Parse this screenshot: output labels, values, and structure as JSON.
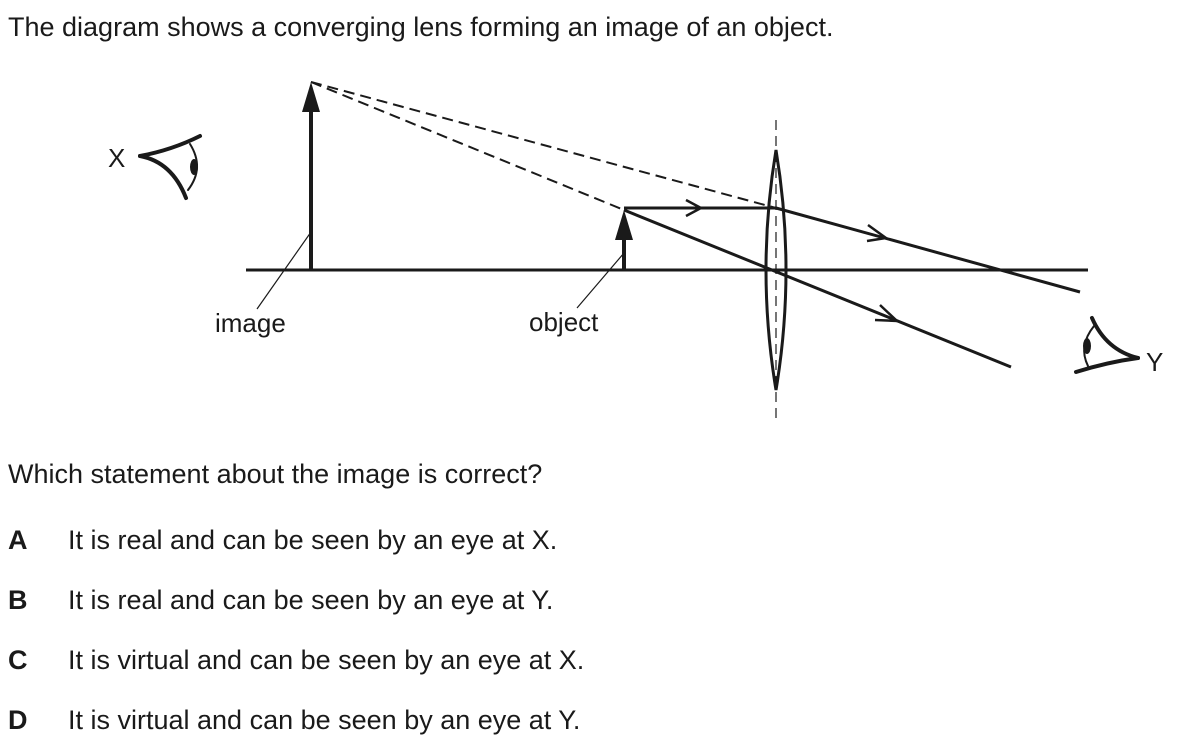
{
  "intro": "The diagram shows a converging lens forming an image of an object.",
  "diagram": {
    "eye_x_label": "X",
    "eye_y_label": "Y",
    "image_label": "image",
    "object_label": "object"
  },
  "question": "Which statement about the image is correct?",
  "options": [
    {
      "letter": "A",
      "text": "It is real and can be seen by an eye at X."
    },
    {
      "letter": "B",
      "text": "It is real and can be seen by an eye at Y."
    },
    {
      "letter": "C",
      "text": "It is virtual and can be seen by an eye at X."
    },
    {
      "letter": "D",
      "text": "It is virtual and can be seen by an eye at Y."
    }
  ]
}
